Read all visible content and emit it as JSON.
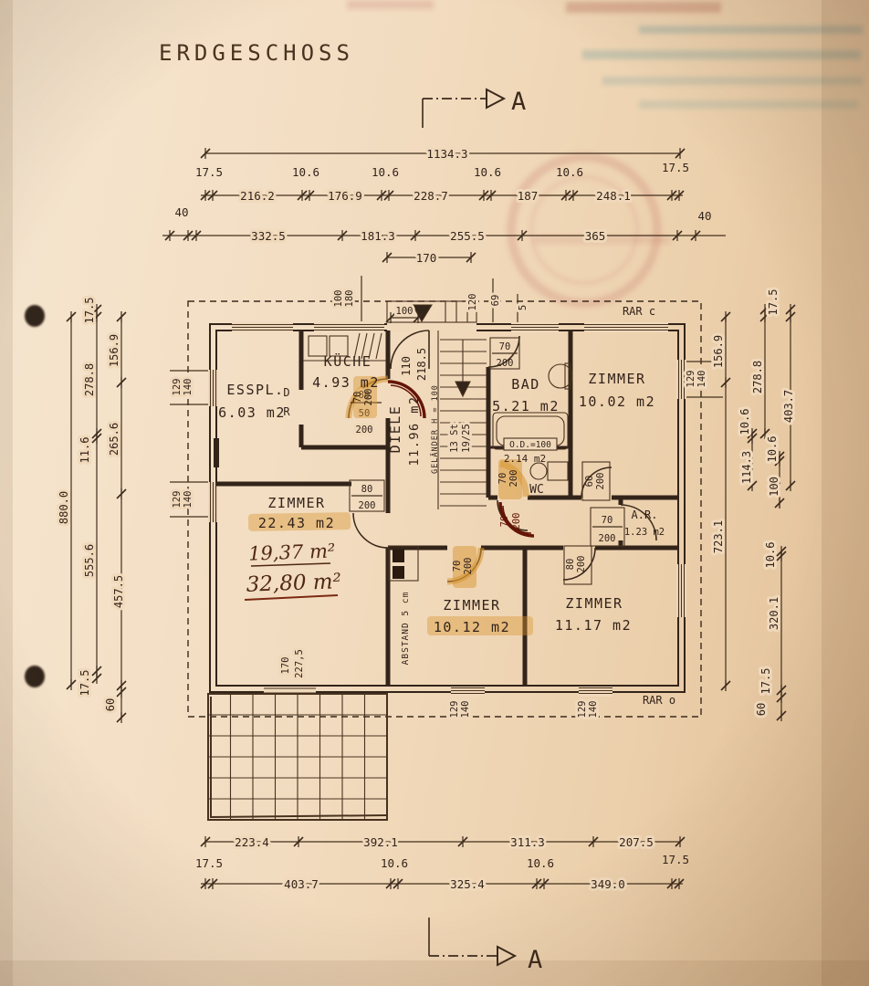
{
  "title": "ERDGESCHOSS",
  "section": {
    "label": "A"
  },
  "dims": {
    "top": {
      "overall": "1134.3",
      "small": [
        "17.5",
        "10.6",
        "10.6",
        "10.6",
        "10.6",
        "17.5"
      ],
      "segments": [
        "216.2",
        "176.9",
        "228.7",
        "187",
        "248.1"
      ],
      "forty": [
        "40",
        "40"
      ],
      "grid": [
        "332.5",
        "181.3",
        "255.5",
        "365"
      ],
      "entry": "170"
    },
    "bottom": {
      "segments1": [
        "223.4",
        "392.1",
        "311.3",
        "207.5"
      ],
      "small": [
        "17.5",
        "10.6",
        "10.6",
        "17.5"
      ],
      "segments2": [
        "403.7",
        "325.4",
        "349.0"
      ]
    },
    "left": {
      "overall": "880.0",
      "mid": [
        "17.5",
        "278.8",
        "11.6",
        "555.6",
        "17.5"
      ],
      "inner": [
        "156.9",
        "265.6",
        "457.5"
      ],
      "below": "60"
    },
    "right": [
      "17.5",
      "156.9",
      "278.8",
      "403.7",
      "10.6",
      "114.3",
      "10.6",
      "100",
      "723.1",
      "10.6",
      "320.1",
      "17.5",
      "60"
    ]
  },
  "entry": {
    "pair": [
      "100",
      "180"
    ],
    "landing": "100",
    "door_w": "110",
    "depth": "218.5",
    "steps": [
      "120",
      "69",
      "5"
    ]
  },
  "windows": {
    "w": "129",
    "h": "140"
  },
  "rooms": {
    "esspl": {
      "name": "ESSPL.",
      "area": "6.03 m2"
    },
    "kueche": {
      "name": "KÜCHE",
      "area": "4.93 m2"
    },
    "diele": {
      "name": "DIELE",
      "area": "11.96 m2"
    },
    "bad": {
      "name": "BAD",
      "area": "5.21 m2"
    },
    "zimmer_ne": {
      "name": "ZIMMER",
      "area": "10.02 m2"
    },
    "zimmer_w": {
      "name": "ZIMMER",
      "area": "22.43 m2",
      "hand1": "19,37 m²",
      "hand2": "32,80 m²"
    },
    "zimmer_s1": {
      "name": "ZIMMER",
      "area": "10.12 m2"
    },
    "zimmer_s2": {
      "name": "ZIMMER",
      "area": "11.17 m2"
    },
    "wc": {
      "name": "WC",
      "area": "2.14 m2"
    },
    "ar": {
      "name": "A.R.",
      "area": "1.23 m2"
    }
  },
  "doors": {
    "pass": {
      "a": "80",
      "b": "50",
      "c": "200"
    },
    "kueche": {
      "w": "70",
      "h": "200"
    },
    "bad": {
      "w": "70",
      "h": "200"
    },
    "wc": {
      "w": "70",
      "h": "200"
    },
    "wc_red": {
      "w": "70",
      "h": "200"
    },
    "room_ne": {
      "w": "60",
      "h": "200"
    },
    "ar": {
      "w": "70",
      "h": "200"
    },
    "zimmer_w": {
      "w": "80",
      "h": "200"
    },
    "zimmer_s1": {
      "w": "70",
      "h": "200"
    },
    "zimmer_s2": {
      "w": "80",
      "h": "200"
    },
    "terrace": {
      "w": "170",
      "h": "227,5"
    }
  },
  "stairs": {
    "line1": "13 St",
    "line2": "19/25",
    "railing": "GELÄNDER H = 100"
  },
  "labels": {
    "rar_top": "RAR c",
    "rar_bottom": "RAR o",
    "abstand": "ABSTAND 5 cm",
    "tub": "O.D.=100",
    "d": "D",
    "r": "R"
  },
  "colors": {
    "ink": "#33241a",
    "paper": "#f0d9bb",
    "highlight": "#d89a34",
    "overdraw_red": "#641507"
  }
}
